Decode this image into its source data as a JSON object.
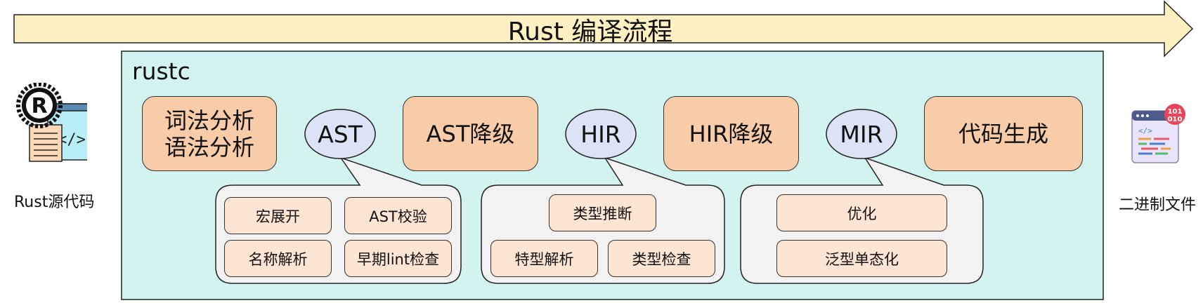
{
  "banner": {
    "title": "Rust 编译流程"
  },
  "compiler": {
    "label": "rustc"
  },
  "source": {
    "label": "Rust源代码",
    "icon": "rust-source-code-icon"
  },
  "output": {
    "label": "二进制文件",
    "icon": "binary-file-icon",
    "badge_line1": "101",
    "badge_line2": "010"
  },
  "stages": [
    {
      "line1": "词法分析",
      "line2": "语法分析"
    },
    {
      "line1": "AST降级"
    },
    {
      "line1": "HIR降级"
    },
    {
      "line1": "代码生成"
    }
  ],
  "irs": [
    "AST",
    "HIR",
    "MIR"
  ],
  "ast_tasks": [
    "宏展开",
    "AST校验",
    "名称解析",
    "早期lint检查"
  ],
  "hir_tasks": [
    "类型推断",
    "特型解析",
    "类型检查"
  ],
  "mir_tasks": [
    "优化",
    "泛型单态化"
  ],
  "colors": {
    "banner_fill": "#fdf0c2",
    "rustc_fill": "#d3f3f0",
    "stage_fill": "#f8cba9",
    "ir_fill": "#dce3f7",
    "callout_fill": "#f2f2f2",
    "task_fill": "#fce5d3"
  }
}
